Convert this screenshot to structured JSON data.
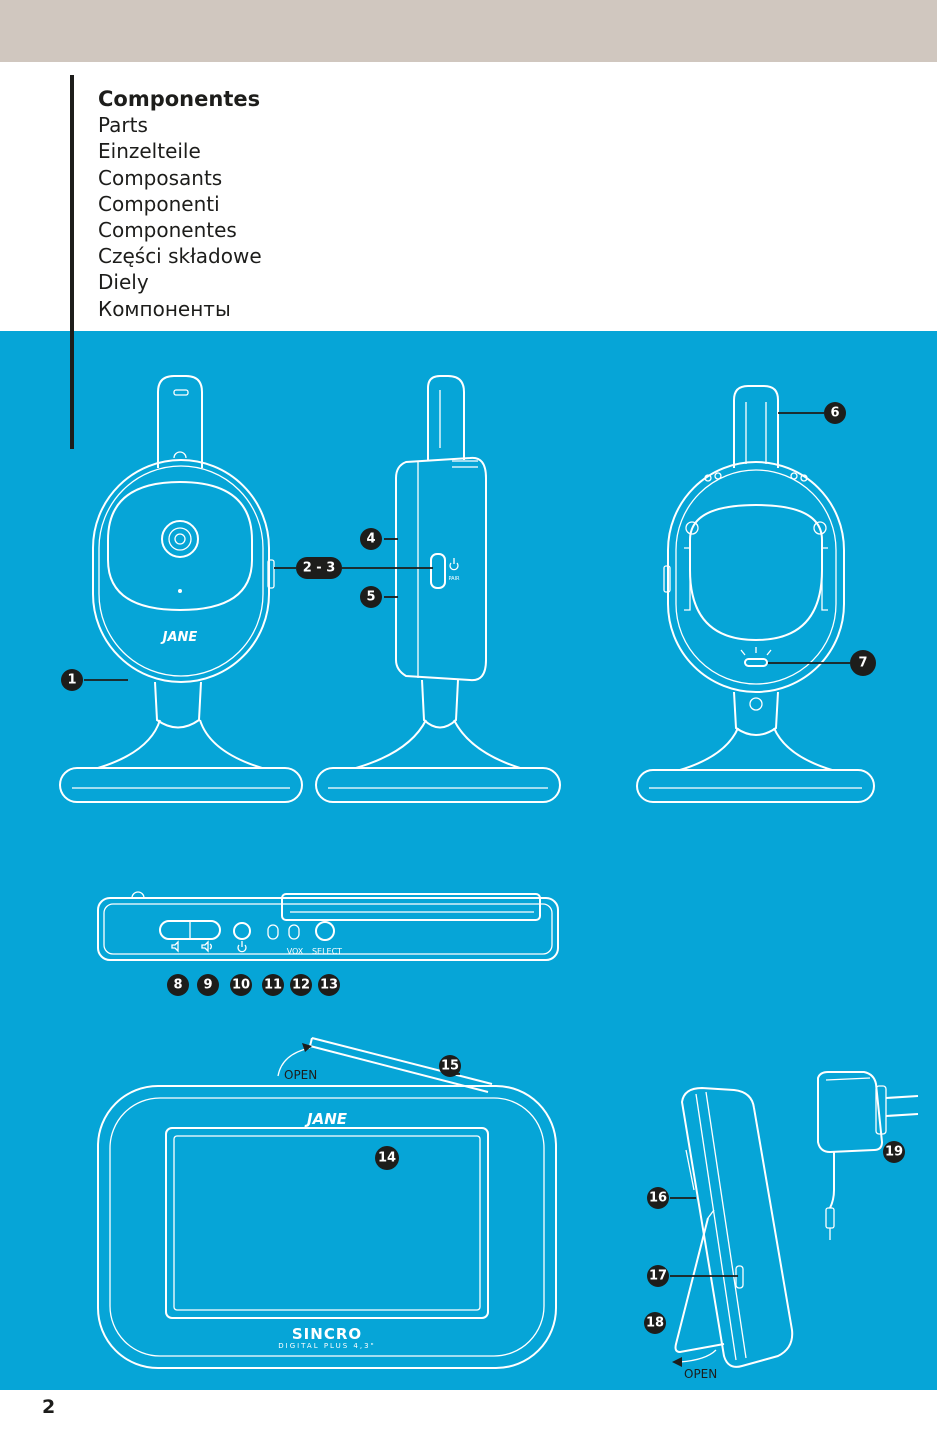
{
  "heading": {
    "title": "Componentes",
    "translations": [
      "Parts",
      "Einzelteile",
      "Composants",
      "Componenti",
      "Componentes",
      "Części składowe",
      "Diely",
      "Компоненты"
    ]
  },
  "page_number": "2",
  "brand": "JANE",
  "product": {
    "name": "SINCRO",
    "model": "DIGITAL PLUS 4,3\""
  },
  "labels": {
    "l1": "1",
    "l2_3": "2 - 3",
    "l4": "4",
    "l5": "5",
    "l6": "6",
    "l7": "7",
    "l8": "8",
    "l9": "9",
    "l10": "10",
    "l11": "11",
    "l12": "12",
    "l13": "13",
    "l14": "14",
    "l15": "15",
    "l16": "16",
    "l17": "17",
    "l18": "18",
    "l19": "19"
  },
  "device_text": {
    "pair": "PAIR",
    "vox": "VOX",
    "select": "SELECT",
    "open_top": "OPEN",
    "open_side": "OPEN"
  },
  "icons": [
    "power-icon",
    "volume-down-icon",
    "volume-up-icon",
    "open-arrow-icon"
  ],
  "colors": {
    "band": "#d0c7bf",
    "blue": "#06a5d7",
    "ink": "#1d1d1b",
    "line": "#ffffff"
  }
}
